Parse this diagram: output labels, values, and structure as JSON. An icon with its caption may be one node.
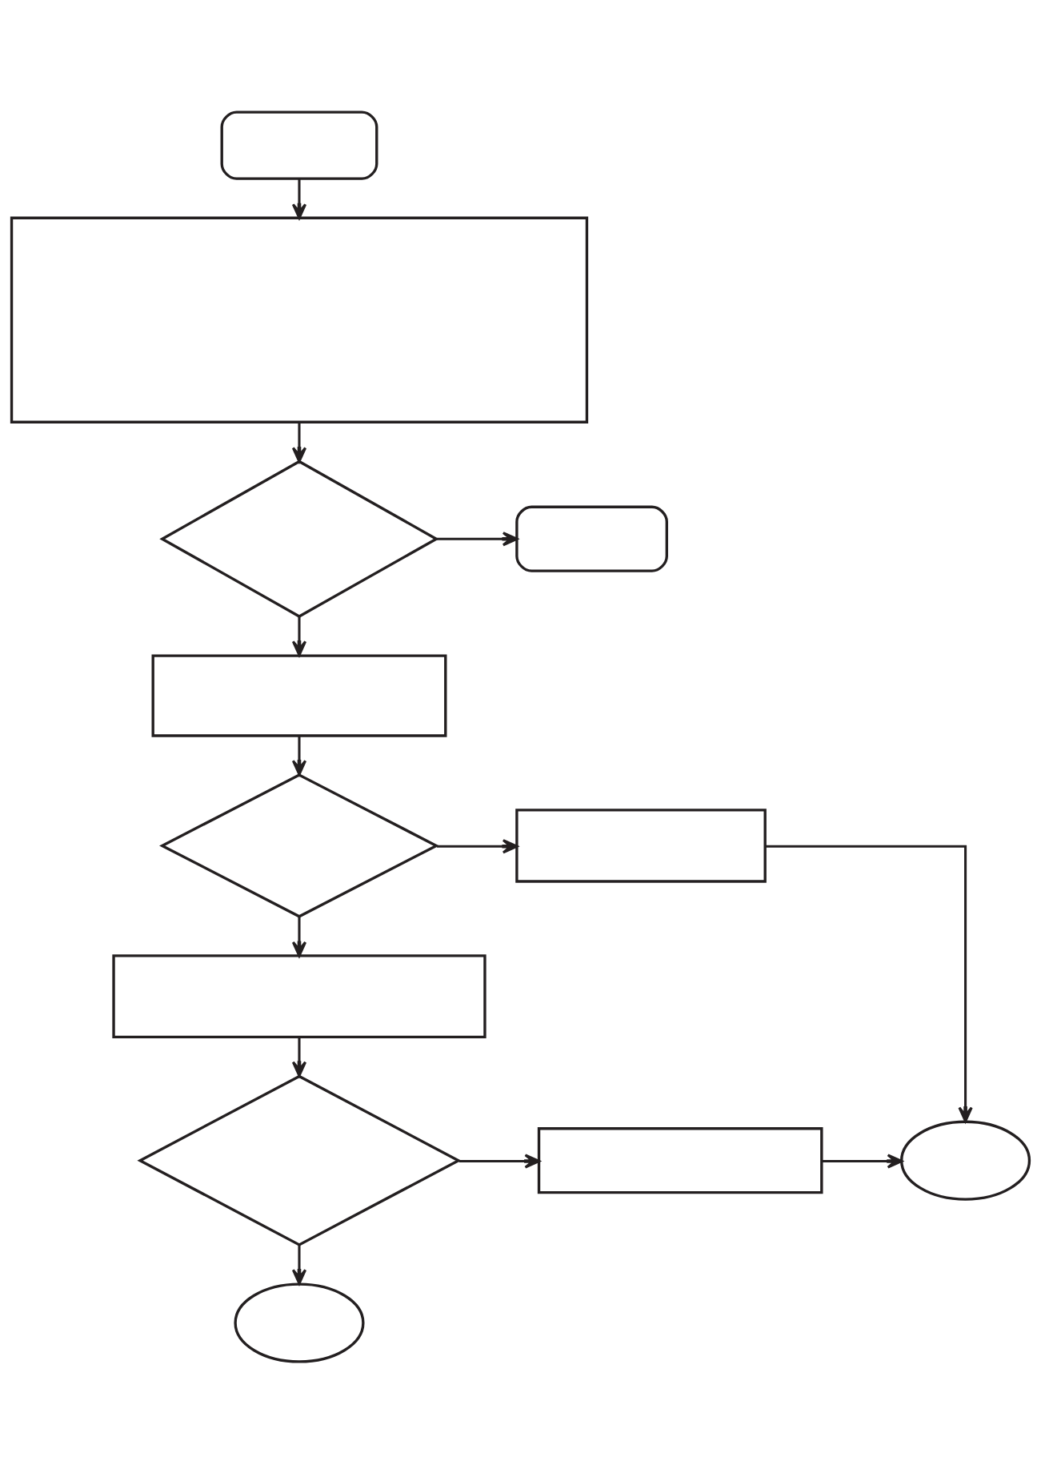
{
  "diagram": {
    "nodes": [
      {
        "text": [],
        "shape": "stadium"
      },
      {
        "text": [],
        "shape": "box"
      },
      {
        "text": [],
        "shape": "diamond"
      },
      {
        "text": [],
        "shape": "stadium"
      },
      {
        "text": [],
        "shape": "box"
      },
      {
        "text": [],
        "shape": "diamond"
      },
      {
        "text": [],
        "shape": "box"
      },
      {
        "text": [],
        "shape": "box"
      },
      {
        "text": [],
        "shape": "diamond"
      },
      {
        "text": [],
        "shape": "box"
      },
      {
        "text": [],
        "shape": "ellipse"
      },
      {
        "text": [],
        "shape": "ellipse"
      }
    ],
    "edges": [
      {
        "from": 0,
        "to": 1,
        "arrow": "to"
      },
      {
        "from": 1,
        "to": 2,
        "arrow": "to"
      },
      {
        "from": 2,
        "to": 3,
        "arrow": "to"
      },
      {
        "from": 2,
        "to": 4,
        "arrow": "to"
      },
      {
        "from": 4,
        "to": 5,
        "arrow": "to"
      },
      {
        "from": 5,
        "to": 6,
        "arrow": "to"
      },
      {
        "from": 6,
        "to": 10,
        "arrow": "to"
      },
      {
        "from": 5,
        "to": 7,
        "arrow": "to"
      },
      {
        "from": 7,
        "to": 8,
        "arrow": "to"
      },
      {
        "from": 8,
        "to": 9,
        "arrow": "to"
      },
      {
        "from": 9,
        "to": 10,
        "arrow": "to"
      },
      {
        "from": 8,
        "to": 11,
        "arrow": "to"
      }
    ]
  }
}
